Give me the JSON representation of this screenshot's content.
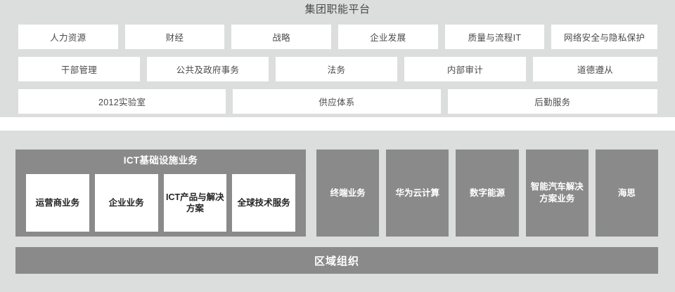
{
  "colors": {
    "panel_background": "#dcdddd",
    "page_background": "#ffffff",
    "box_white": "#ffffff",
    "box_gray": "#8a8a8a",
    "text_dark": "#4b4b4b",
    "text_light": "#ffffff"
  },
  "top_panel": {
    "title": "集团职能平台",
    "rows": [
      {
        "items": [
          {
            "label": "人力资源",
            "flex": 140
          },
          {
            "label": "财经",
            "flex": 140
          },
          {
            "label": "战略",
            "flex": 140
          },
          {
            "label": "企业发展",
            "flex": 140
          },
          {
            "label": "质量与流程IT",
            "flex": 140
          },
          {
            "label": "网络安全与隐私保护",
            "flex": 149
          }
        ]
      },
      {
        "items": [
          {
            "label": "干部管理",
            "flex": 171
          },
          {
            "label": "公共及政府事务",
            "flex": 171
          },
          {
            "label": "法务",
            "flex": 171
          },
          {
            "label": "内部审计",
            "flex": 171
          },
          {
            "label": "道德遵从",
            "flex": 175
          }
        ]
      },
      {
        "items": [
          {
            "label": "2012实验室",
            "flex": 292
          },
          {
            "label": "供应体系",
            "flex": 292
          },
          {
            "label": "后勤服务",
            "flex": 295
          }
        ]
      }
    ]
  },
  "bottom_panel": {
    "ict_group": {
      "title": "ICT基础设施业务",
      "children": [
        {
          "label": "运营商业务"
        },
        {
          "label": "企业业务"
        },
        {
          "label": "ICT产品与解决方案"
        },
        {
          "label": "全球技术服务"
        }
      ]
    },
    "business_units": [
      {
        "label": "终端业务"
      },
      {
        "label": "华为云计算"
      },
      {
        "label": "数字能源"
      },
      {
        "label": "智能汽车解决方案业务"
      },
      {
        "label": "海思"
      }
    ],
    "region_bar": {
      "label": "区域组织"
    }
  }
}
